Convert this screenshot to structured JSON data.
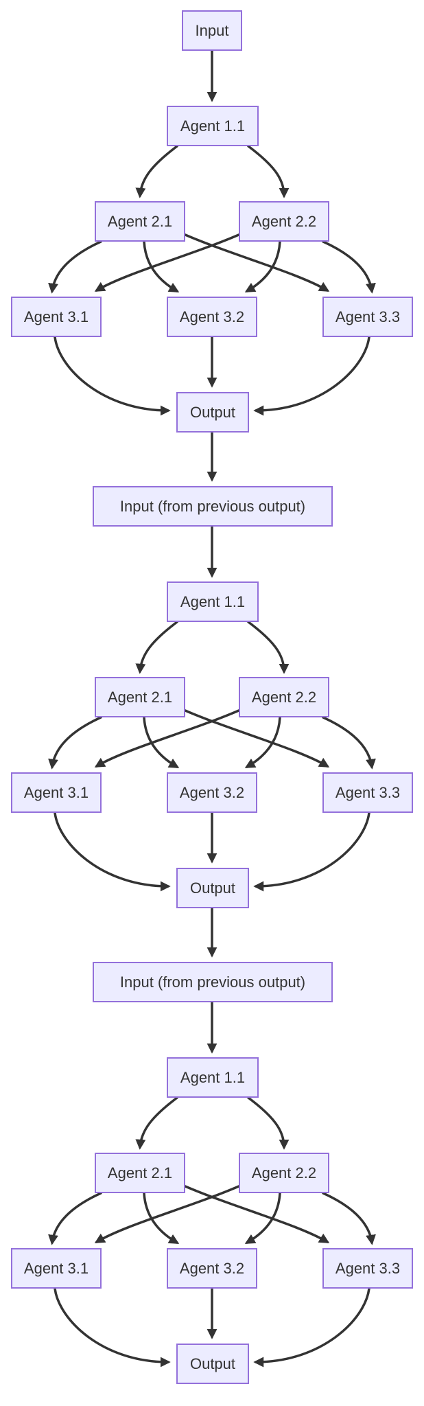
{
  "diagram": {
    "type": "flowchart-top-down",
    "description": "Three chained agent-pipeline stages; each stage fans out from one agent to two, then to three, then merges into an output that feeds the next stage's input",
    "colors": {
      "background": "#FFFFFF",
      "node_fill": "#ECECFF",
      "node_border": "#9370DB",
      "edge_color": "#333333",
      "text_color": "#333333"
    },
    "blocks": [
      {
        "nodes": [
          {
            "id": "input",
            "label": "Input"
          },
          {
            "id": "a11",
            "label": "Agent 1.1"
          },
          {
            "id": "a21",
            "label": "Agent 2.1"
          },
          {
            "id": "a22",
            "label": "Agent 2.2"
          },
          {
            "id": "a31",
            "label": "Agent 3.1"
          },
          {
            "id": "a32",
            "label": "Agent 3.2"
          },
          {
            "id": "a33",
            "label": "Agent 3.3"
          },
          {
            "id": "output",
            "label": "Output"
          }
        ],
        "edges": [
          [
            "input",
            "a11"
          ],
          [
            "a11",
            "a21"
          ],
          [
            "a11",
            "a22"
          ],
          [
            "a21",
            "a31"
          ],
          [
            "a21",
            "a32"
          ],
          [
            "a21",
            "a33"
          ],
          [
            "a22",
            "a31"
          ],
          [
            "a22",
            "a32"
          ],
          [
            "a22",
            "a33"
          ],
          [
            "a31",
            "output"
          ],
          [
            "a32",
            "output"
          ],
          [
            "a33",
            "output"
          ]
        ]
      },
      {
        "nodes": [
          {
            "id": "input",
            "label": "Input (from previous output)"
          },
          {
            "id": "a11",
            "label": "Agent 1.1"
          },
          {
            "id": "a21",
            "label": "Agent 2.1"
          },
          {
            "id": "a22",
            "label": "Agent 2.2"
          },
          {
            "id": "a31",
            "label": "Agent 3.1"
          },
          {
            "id": "a32",
            "label": "Agent 3.2"
          },
          {
            "id": "a33",
            "label": "Agent 3.3"
          },
          {
            "id": "output",
            "label": "Output"
          }
        ],
        "edges": [
          [
            "input",
            "a11"
          ],
          [
            "a11",
            "a21"
          ],
          [
            "a11",
            "a22"
          ],
          [
            "a21",
            "a31"
          ],
          [
            "a21",
            "a32"
          ],
          [
            "a21",
            "a33"
          ],
          [
            "a22",
            "a31"
          ],
          [
            "a22",
            "a32"
          ],
          [
            "a22",
            "a33"
          ],
          [
            "a31",
            "output"
          ],
          [
            "a32",
            "output"
          ],
          [
            "a33",
            "output"
          ]
        ]
      },
      {
        "nodes": [
          {
            "id": "input",
            "label": "Input (from previous output)"
          },
          {
            "id": "a11",
            "label": "Agent 1.1"
          },
          {
            "id": "a21",
            "label": "Agent 2.1"
          },
          {
            "id": "a22",
            "label": "Agent 2.2"
          },
          {
            "id": "a31",
            "label": "Agent 3.1"
          },
          {
            "id": "a32",
            "label": "Agent 3.2"
          },
          {
            "id": "a33",
            "label": "Agent 3.3"
          },
          {
            "id": "output",
            "label": "Output"
          }
        ],
        "edges": [
          [
            "input",
            "a11"
          ],
          [
            "a11",
            "a21"
          ],
          [
            "a11",
            "a22"
          ],
          [
            "a21",
            "a31"
          ],
          [
            "a21",
            "a32"
          ],
          [
            "a21",
            "a33"
          ],
          [
            "a22",
            "a31"
          ],
          [
            "a22",
            "a32"
          ],
          [
            "a22",
            "a33"
          ],
          [
            "a31",
            "output"
          ],
          [
            "a32",
            "output"
          ],
          [
            "a33",
            "output"
          ]
        ]
      }
    ],
    "block_connections": [
      {
        "from_block": 0,
        "to_block": 1,
        "from": "output",
        "to": "input"
      },
      {
        "from_block": 1,
        "to_block": 2,
        "from": "output",
        "to": "input"
      }
    ]
  }
}
